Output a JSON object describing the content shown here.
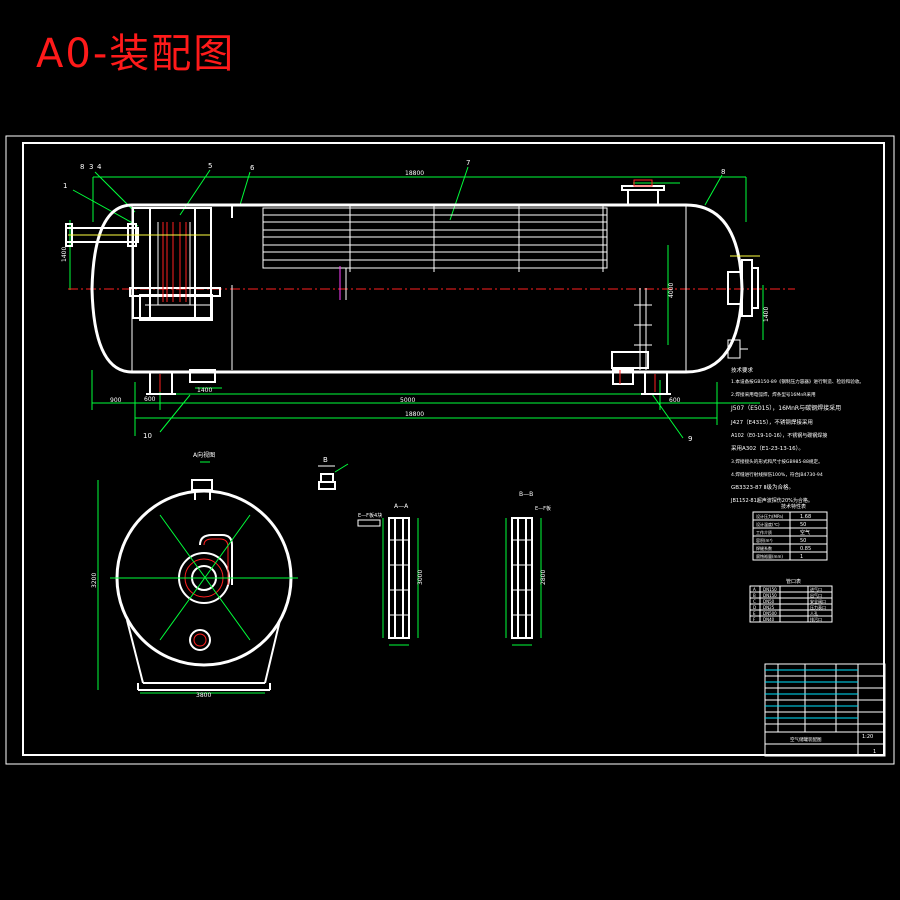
{
  "title": "A0-装配图",
  "balloons": [
    "1",
    "8",
    "3",
    "4",
    "5",
    "6",
    "7",
    "8",
    "9",
    "10"
  ],
  "dimensions": {
    "overall_top": "18800",
    "left_height": "1400",
    "right_height": "1400",
    "overall_bottom": "18800",
    "support_span": "5000",
    "left_end": "900",
    "left_support_offset": "600",
    "right_support_offset": "600",
    "support_width": "1400",
    "right_dim": "4000",
    "diameter": "3200",
    "end_view_width": "3800",
    "section_height_1": "3000",
    "section_height_2": "2800"
  },
  "views": {
    "end_view_label": "A向视图",
    "detail_label": "B",
    "section_1_label": "A—A",
    "section_2_label": "B—B",
    "section_1_note": "E—F板4块",
    "section_2_note": "E—F板"
  },
  "notes": [
    "技术要求",
    "1.本设备按GB150-89《钢制压力容器》进行制造、检验和验收。",
    "2.焊接采用电弧焊，焊条型号16MnR采用",
    "J507（E5015），16MnR与碳钢焊接采用",
    "J427（E4315），不锈钢焊接采用",
    "A102（E0-19-10-16），不锈钢与碳钢焊接",
    "采用A302（E1-23-13-16）。",
    "3.焊接接头的形式和尺寸按GB985-88规定。",
    "4.焊缝进行射线探伤100%，符合JB4730-94",
    "GB3323-87 Ⅱ级为合格。",
    "JB1152-81超声波探伤20%为合格。"
  ],
  "spec_table": {
    "title": "技术特性表",
    "rows": [
      [
        "设计压力(MPa)",
        "1.68"
      ],
      [
        "设计温度(℃)",
        "50"
      ],
      [
        "工作介质",
        "空气"
      ],
      [
        "容积(m³)",
        "50"
      ],
      [
        "焊缝系数",
        "0.85"
      ],
      [
        "腐蚀裕量(mm)",
        "1"
      ]
    ]
  },
  "nozzle_table": {
    "title": "管口表",
    "rows": [
      [
        "A",
        "DN150",
        "进气口"
      ],
      [
        "B",
        "DN150",
        "出气口"
      ],
      [
        "C",
        "DN50",
        "安全阀口"
      ],
      [
        "D",
        "DN25",
        "压力表口"
      ],
      [
        "E",
        "DN500",
        "人孔"
      ],
      [
        "F",
        "DN40",
        "排污口"
      ]
    ]
  },
  "title_block": {
    "drawing_name": "空气储罐装配图",
    "scale": "1:20",
    "sheet": "1"
  }
}
